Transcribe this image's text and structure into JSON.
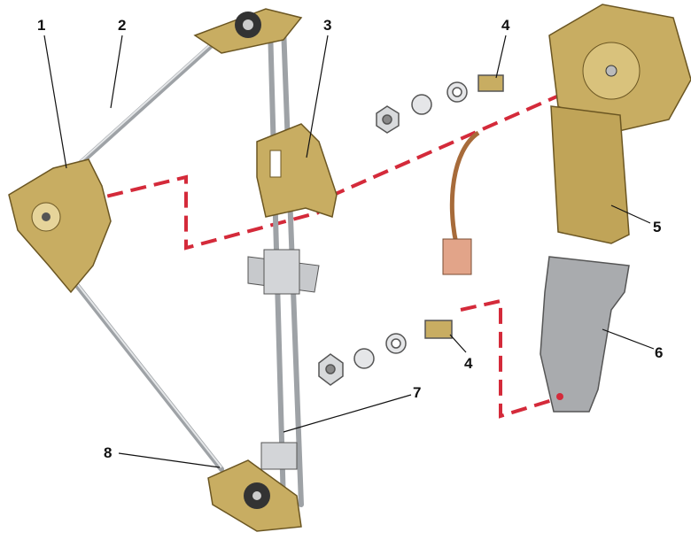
{
  "diagram": {
    "labels": [
      "1",
      "2",
      "3",
      "4",
      "5",
      "4",
      "6",
      "7",
      "8"
    ],
    "colors": {
      "brass": "#c8ad62",
      "brass_dark": "#8a7030",
      "steel": "#b9bcc0",
      "guide": "#d42a3a",
      "motor_cover": "#a9abae"
    }
  }
}
